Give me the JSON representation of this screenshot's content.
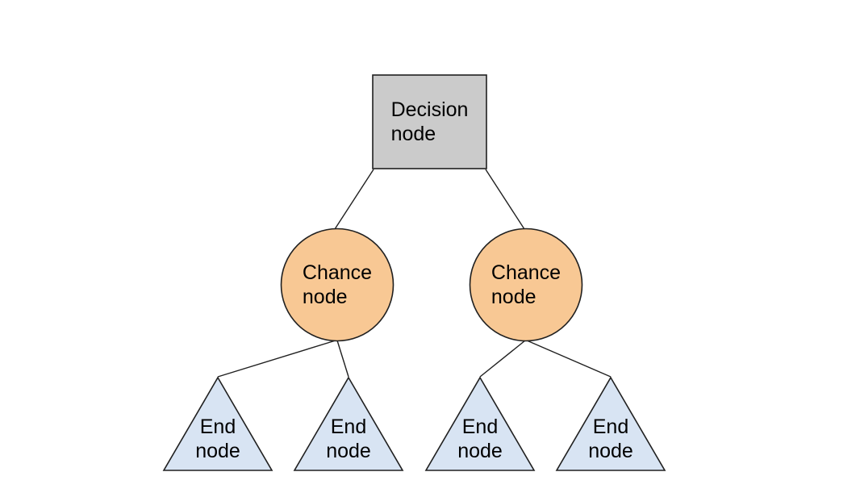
{
  "colors": {
    "background": "#ffffff",
    "decision_fill": "#cbcbcb",
    "chance_fill": "#f8c894",
    "end_fill": "#d8e4f3",
    "stroke": "#202020",
    "text": "#000000"
  },
  "nodes": {
    "decision": {
      "shape": "square",
      "label": "Decision\nnode"
    },
    "chance_left": {
      "shape": "circle",
      "label": "Chance\nnode"
    },
    "chance_right": {
      "shape": "circle",
      "label": "Chance\nnode"
    },
    "end_1": {
      "shape": "triangle",
      "label": "End\nnode"
    },
    "end_2": {
      "shape": "triangle",
      "label": "End\nnode"
    },
    "end_3": {
      "shape": "triangle",
      "label": "End\nnode"
    },
    "end_4": {
      "shape": "triangle",
      "label": "End\nnode"
    }
  },
  "edges": [
    {
      "from": "decision",
      "to": "chance_left"
    },
    {
      "from": "decision",
      "to": "chance_right"
    },
    {
      "from": "chance_left",
      "to": "end_1"
    },
    {
      "from": "chance_left",
      "to": "end_2"
    },
    {
      "from": "chance_right",
      "to": "end_3"
    },
    {
      "from": "chance_right",
      "to": "end_4"
    }
  ]
}
